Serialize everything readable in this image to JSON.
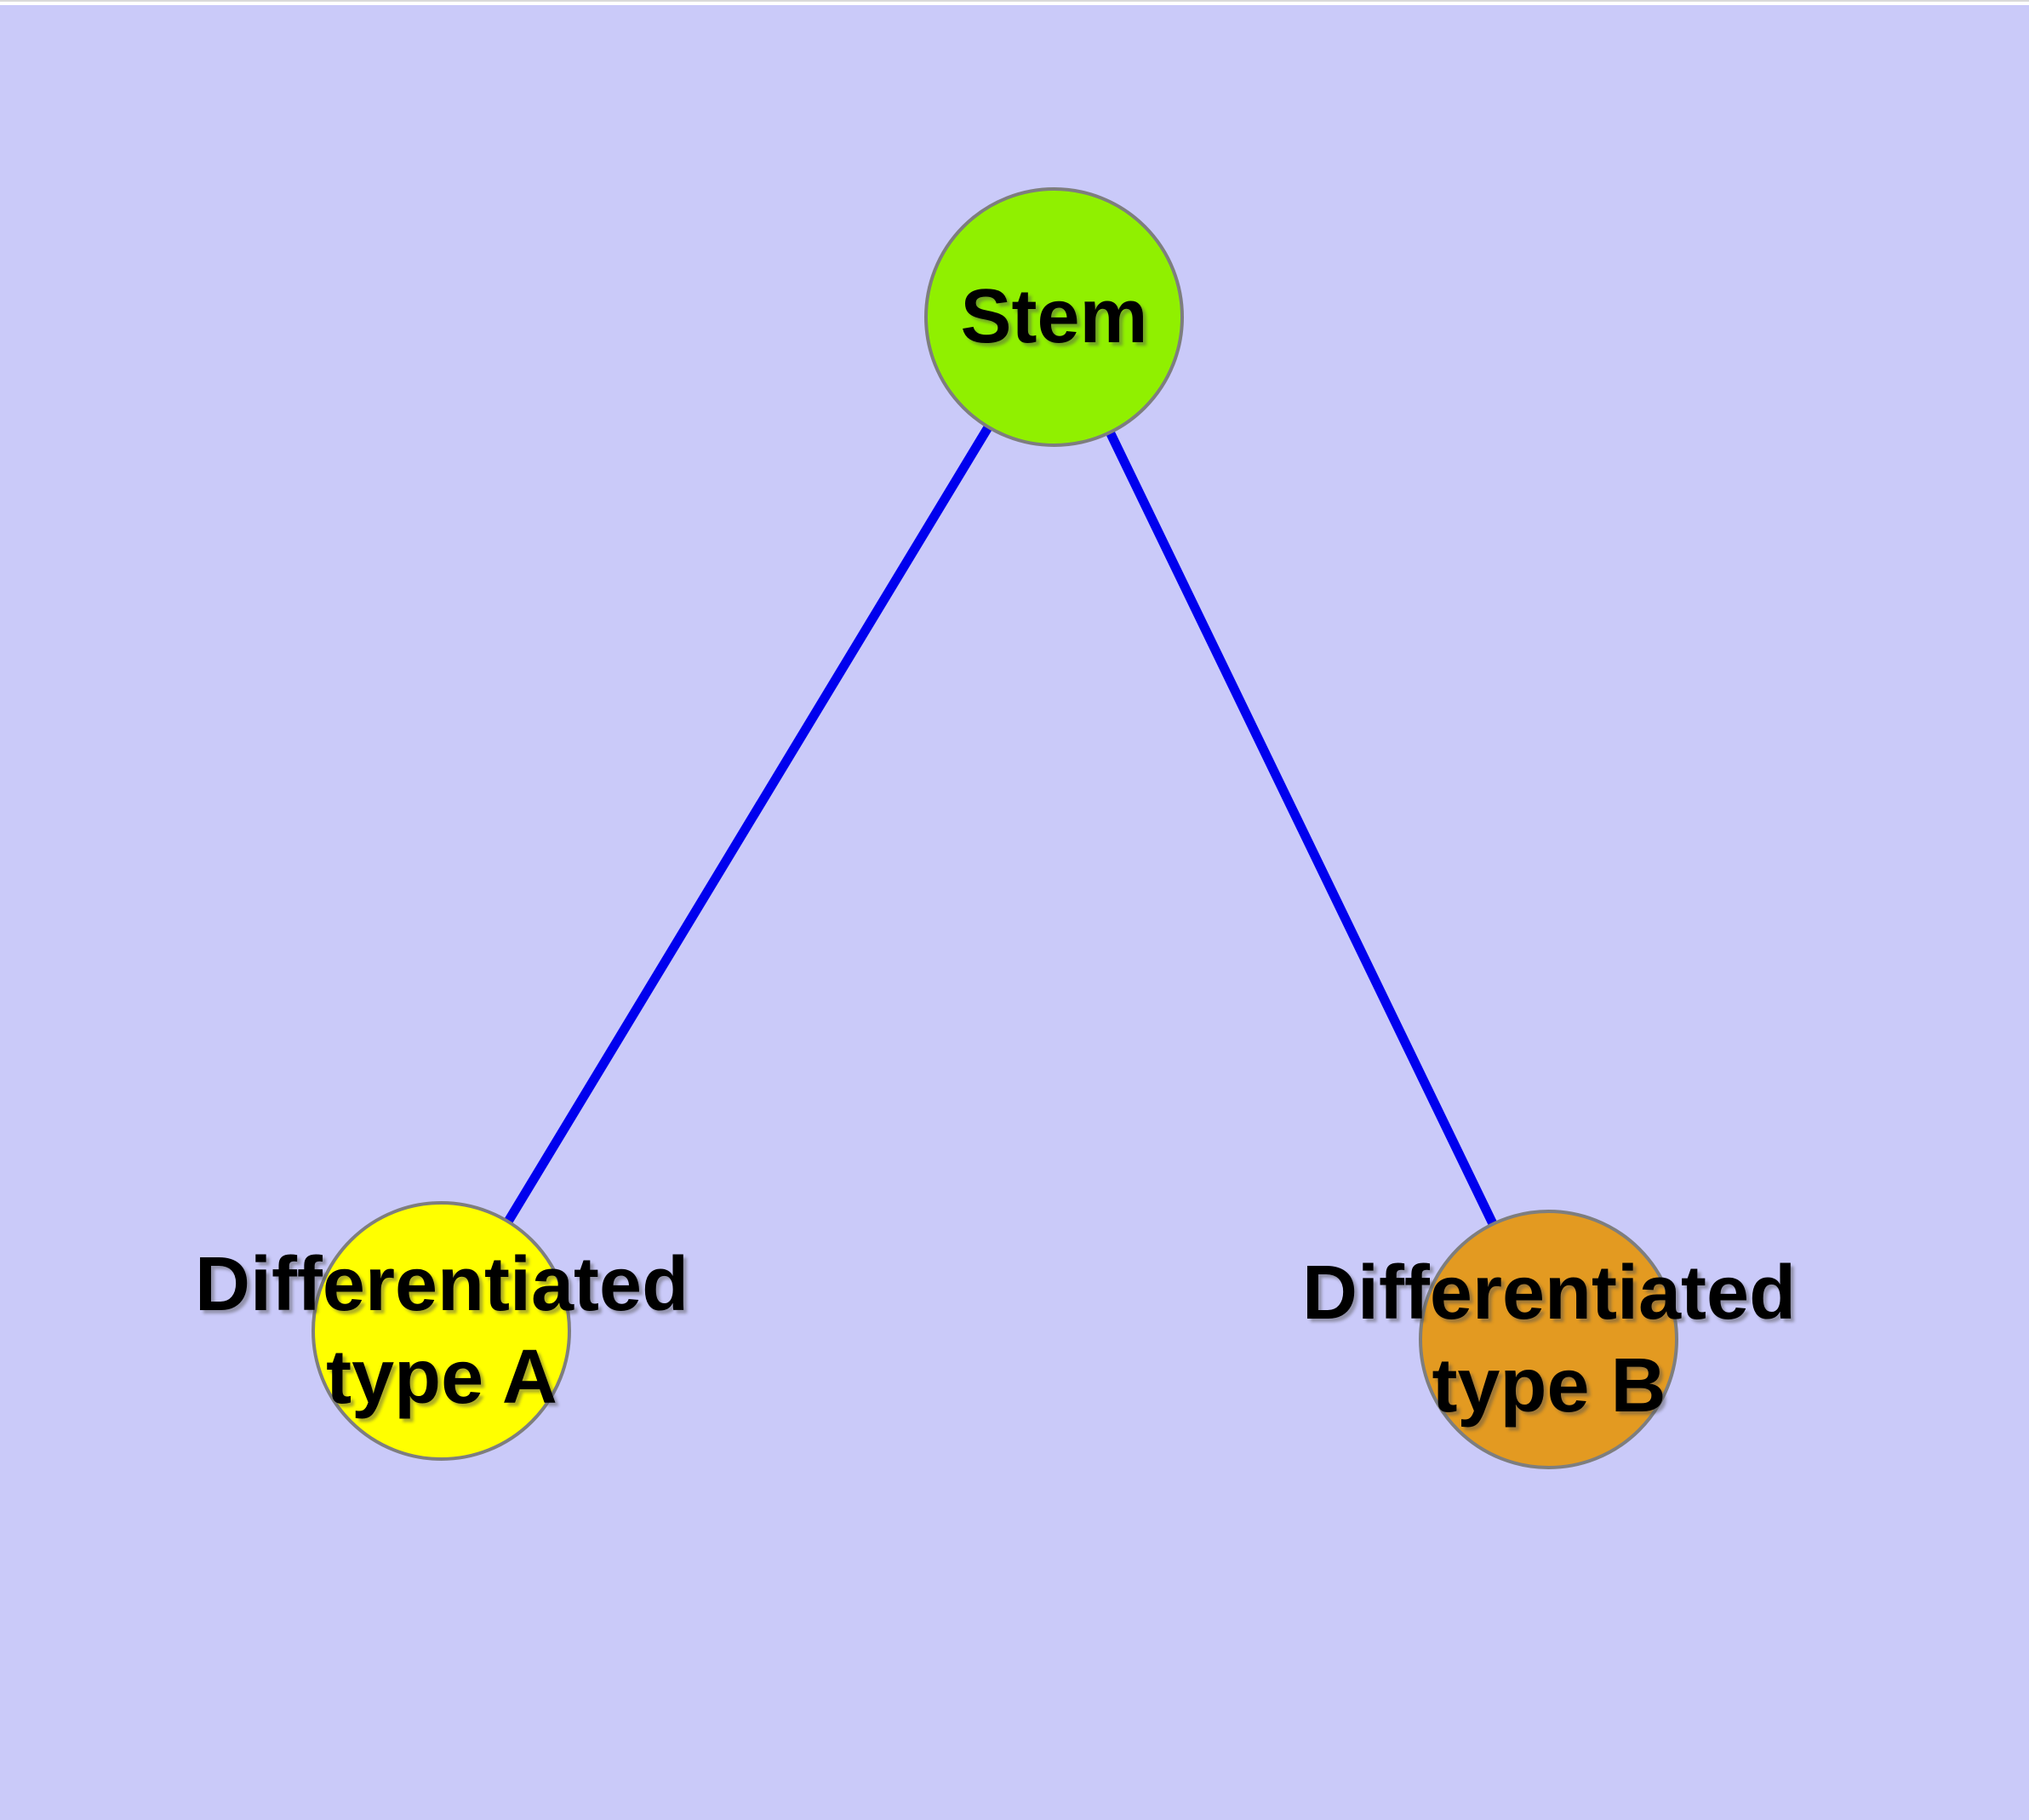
{
  "diagram": {
    "type": "graph",
    "background_color": "#cacaf9",
    "edge_color": "#0000ee",
    "node_border_color": "#7e7e7e",
    "label_color": "#000000",
    "nodes": {
      "stem": {
        "label": "Stem",
        "fill": "#90f000"
      },
      "type_a": {
        "line1": "Differentiated",
        "line2": "type A",
        "fill": "#ffff00"
      },
      "type_b": {
        "line1": "Differentiated",
        "line2": "type B",
        "fill": "#e39a21"
      }
    },
    "edges": [
      {
        "from": "Stem",
        "to": "Differentiated type A"
      },
      {
        "from": "Stem",
        "to": "Differentiated type B"
      }
    ]
  }
}
